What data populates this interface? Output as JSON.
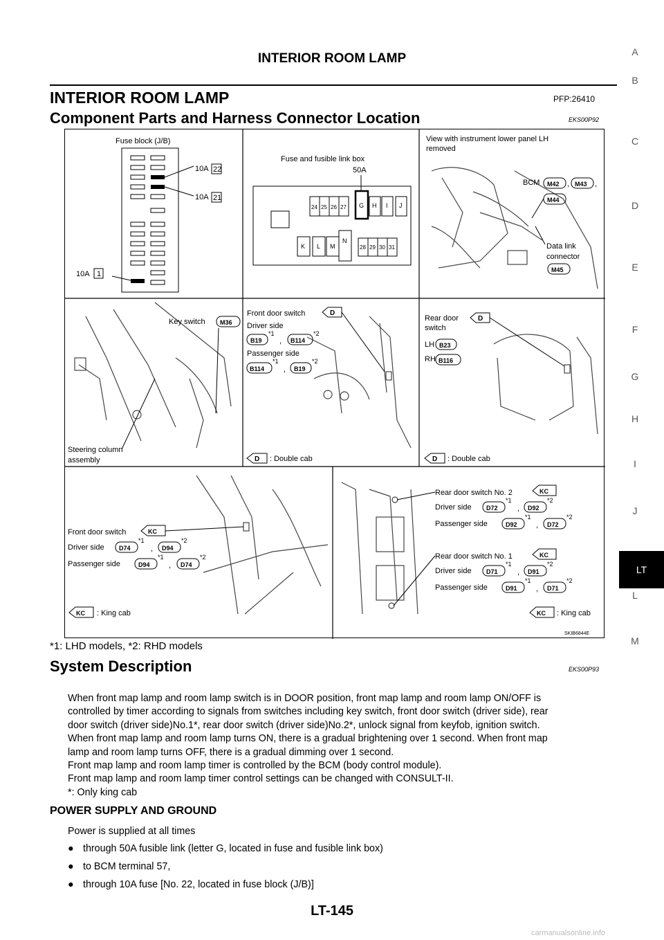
{
  "page": {
    "header_title": "INTERIOR ROOM LAMP",
    "section_title": "INTERIOR ROOM LAMP",
    "pfp": "PFP:26410",
    "subsection_title": "Component Parts and Harness Connector Location",
    "subsection_code": "EKS00P92",
    "side_letters": [
      "A",
      "B",
      "C",
      "D",
      "E",
      "F",
      "G",
      "H",
      "I",
      "J",
      "LT",
      "L",
      "M"
    ],
    "footnote": "*1: LHD models, *2: RHD models",
    "system_title": "System Description",
    "system_code": "EKS00P93",
    "paragraphs": [
      "When front map lamp and room lamp switch is in DOOR position, front map lamp and room lamp ON/OFF is",
      "controlled by timer according to signals from switches including key switch, front door switch (driver side), rear",
      "door switch (driver side)No.1*, rear door switch (driver side)No.2*, unlock signal from keyfob, ignition switch.",
      "When front map lamp and room lamp turns ON, there is a gradual brightening over 1 second. When front map",
      "lamp and room lamp turns OFF, there is a gradual dimming over 1 second.",
      "Front map lamp and room lamp timer is controlled by the BCM (body control module).",
      "Front map lamp and room lamp timer control settings can be changed with CONSULT-II.",
      "*: Only king cab"
    ],
    "power_title": "POWER SUPPLY AND GROUND",
    "power_intro": "Power is supplied at all times",
    "bullets": [
      "through 50A fusible link (letter G, located in fuse and fusible link box)",
      "to BCM terminal 57,",
      "through 10A fuse [No. 22, located in fuse block (J/B)]"
    ],
    "page_number": "LT-145",
    "watermark": "carmanualsonline.info"
  },
  "figure": {
    "fuse_block_label": "Fuse block (J/B)",
    "fuse_10a": "10A",
    "fuse_22": "22",
    "fuse_21": "21",
    "fuse_1": "1",
    "fusible_box_label": "Fuse and fusible link box",
    "fusible_50a": "50A",
    "box_row1": [
      "24",
      "25",
      "26",
      "27",
      "G",
      "H",
      "I",
      "J"
    ],
    "box_row2": [
      "K",
      "L",
      "M",
      "N",
      "28",
      "29",
      "30",
      "31"
    ],
    "view_label_1": "View with instrument lower panel LH",
    "view_label_2": "removed",
    "bcm": "BCM",
    "m42": "M42",
    "m43": "M43",
    "m44": "M44",
    "comma": ",",
    "data_link_1": "Data link",
    "data_link_2": "connector",
    "m45": "M45",
    "key_switch": "Key switch",
    "m36": "M36",
    "steering_1": "Steering column",
    "steering_2": "assembly",
    "front_door_switch": "Front door switch",
    "driver_side": "Driver side",
    "passenger_side": "Passenger side",
    "d": "D",
    "b19": "B19",
    "b114": "B114",
    "sup1": "*1",
    "sup2": "*2",
    "double_cab": ": Double cab",
    "rear_door_1": "Rear door",
    "rear_door_2": "switch",
    "lh": "LH",
    "rh": "RH",
    "b23": "B23",
    "b116": "B116",
    "kc": "KC",
    "d74": "D74",
    "d94": "D94",
    "king_cab": ": King cab",
    "rear_no2": "Rear door switch No. 2",
    "rear_no1": "Rear door switch No. 1",
    "d72": "D72",
    "d92": "D92",
    "d71": "D71",
    "d91": "D91",
    "figure_id": "SKIB6844E"
  }
}
